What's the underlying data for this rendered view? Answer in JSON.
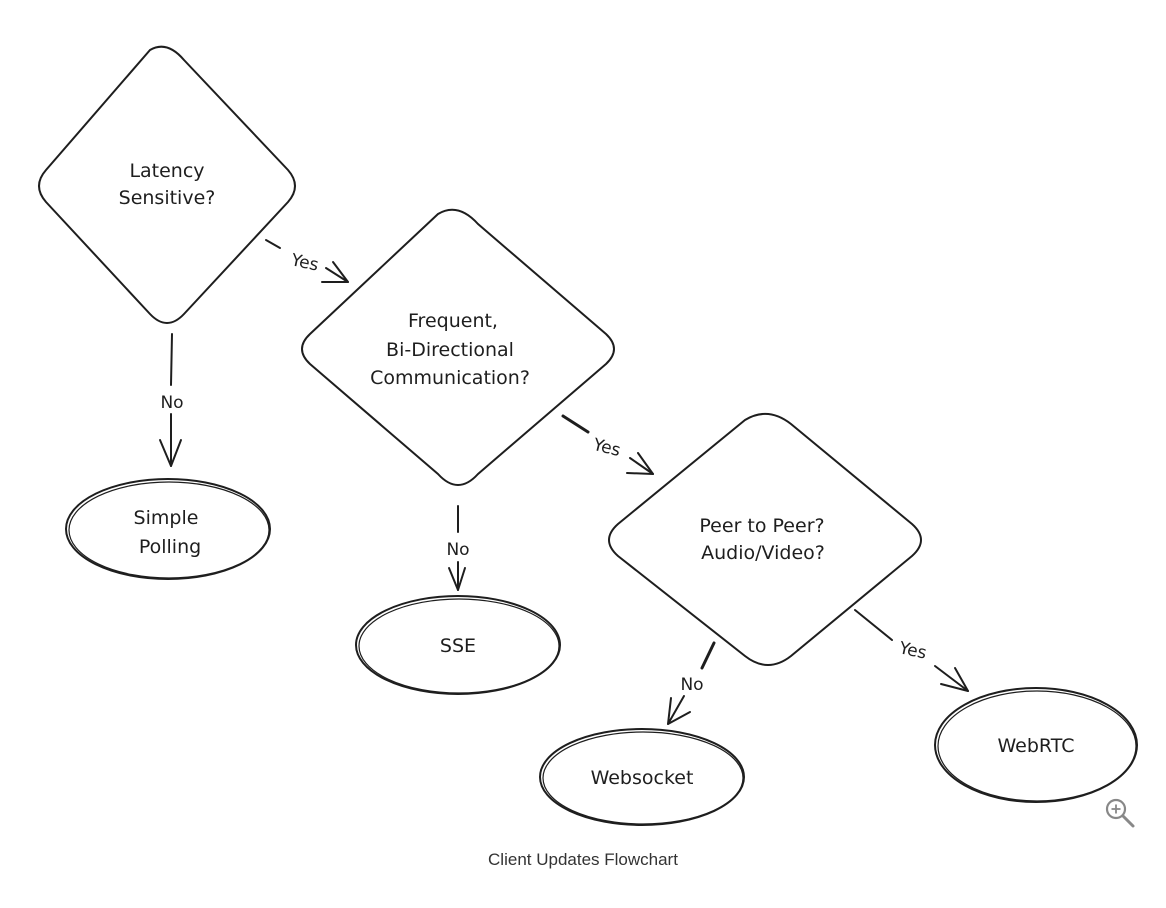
{
  "nodes": {
    "latency": {
      "line1": "Latency",
      "line2": "Sensitive?"
    },
    "frequent": {
      "line1": "Frequent,",
      "line2": "Bi-Directional",
      "line3": "Communication?"
    },
    "p2p": {
      "line1": "Peer to Peer?",
      "line2": "Audio/Video?"
    },
    "polling": {
      "line1": "Simple",
      "line2": "Polling"
    },
    "sse": {
      "label": "SSE"
    },
    "websocket": {
      "label": "Websocket"
    },
    "webrtc": {
      "label": "WebRTC"
    }
  },
  "edges": {
    "latency_yes": "Yes",
    "latency_no": "No",
    "frequent_yes": "Yes",
    "frequent_no": "No",
    "p2p_yes": "Yes",
    "p2p_no": "No"
  },
  "caption": "Client Updates Flowchart",
  "zoom_icon": "zoom-in-icon",
  "colors": {
    "stroke": "#1e1e1e",
    "caption": "#333333",
    "icon": "#888888"
  }
}
